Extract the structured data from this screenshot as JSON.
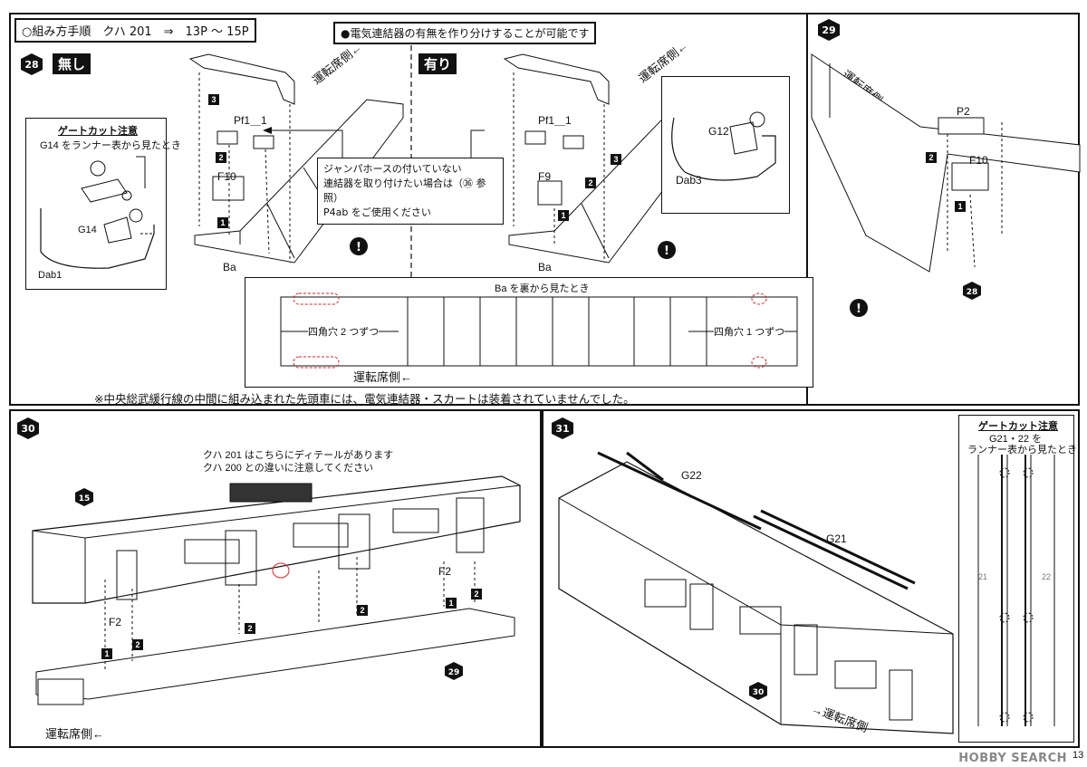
{
  "header": {
    "title": "○組み方手順　クハ 201　⇒　13P ～ 15P",
    "note": "●電気連結器の有無を作り分けすることが可能です"
  },
  "steps": {
    "s28": {
      "number": "28",
      "left_tag": "無し",
      "right_tag": "有り"
    },
    "s29": {
      "number": "29"
    },
    "s30": {
      "number": "30"
    },
    "s31": {
      "number": "31"
    }
  },
  "panel28": {
    "gatecut_title": "ゲートカット注意",
    "gatecut_text": "G14 をランナー表から見たとき",
    "labels": {
      "g14": "G14",
      "dab1": "Dab1",
      "pf1_left": "Pf1＿1",
      "f10_left": "F10",
      "ba_left": "Ba",
      "pf1_right": "Pf1＿1",
      "f9": "F9",
      "ba_right": "Ba",
      "g12": "G12",
      "dab3": "Dab3",
      "driver_side_left": "運転席側←",
      "driver_side_right": "運転席側←"
    },
    "jumper_note": [
      "ジャンパホースの付いていない",
      "連結器を取り付けたい場合は（㊱ 参照）",
      "P4ab をご使用ください"
    ],
    "bottom_title": "Ba を裏から見たとき",
    "left_holes": "四角穴 2 つずつ",
    "right_holes": "四角穴 1 つずつ",
    "bottom_driver": "運転席側←",
    "footnote": "※中央総武緩行線の中間に組み込まれた先頭車には、電気連結器・スカートは装着されていませんでした。"
  },
  "panel29": {
    "driver_side": "運転席側←",
    "p2": "P2",
    "f10": "F10",
    "ref": "28"
  },
  "panel30": {
    "detail_note": [
      "クハ 201 はこちらにディテールがあります",
      "クハ 200 との違いに注意してください"
    ],
    "ref15": "15",
    "ref29": "29",
    "f2_left": "F2",
    "f2_right": "F2",
    "driver_side": "運転席側←"
  },
  "panel31": {
    "g22": "G22",
    "g21": "G21",
    "ref30": "30",
    "driver_side": "→運転席側",
    "gatecut_title": "ゲートカット注意",
    "gatecut_text": [
      "G21・22 を",
      "ランナー表から見たとき"
    ],
    "runner21": "21",
    "runner22": "22"
  },
  "footer": {
    "page": "13",
    "watermark": "HOBBY SEARCH"
  }
}
